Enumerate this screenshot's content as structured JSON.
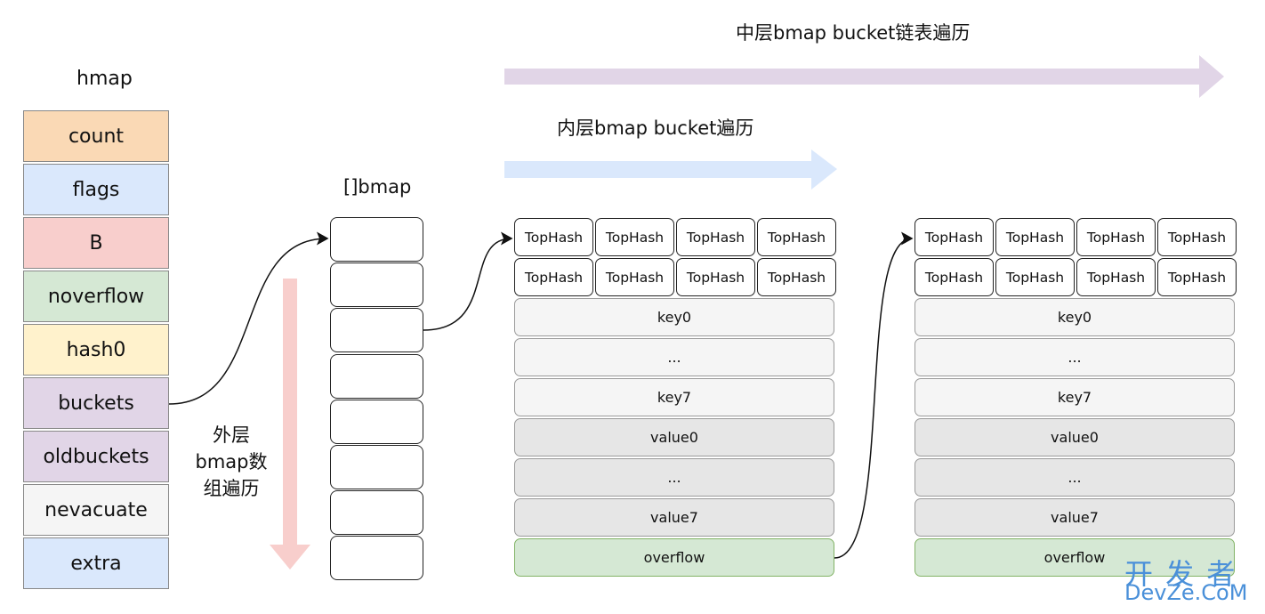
{
  "hmap": {
    "title": "hmap",
    "fields": [
      {
        "label": "count",
        "color": "#fad9b5"
      },
      {
        "label": "flags",
        "color": "#dae8fc"
      },
      {
        "label": "B",
        "color": "#f8cecc"
      },
      {
        "label": "noverflow",
        "color": "#d5e8d4"
      },
      {
        "label": "hash0",
        "color": "#fff2cc"
      },
      {
        "label": "buckets",
        "color": "#e1d5e7"
      },
      {
        "label": "oldbuckets",
        "color": "#e1d5e7"
      },
      {
        "label": "nevacuate",
        "color": "#f5f5f5"
      },
      {
        "label": "extra",
        "color": "#dae8fc"
      }
    ]
  },
  "array": {
    "title": "[]bmap"
  },
  "outer_loop_label": [
    "外层",
    "bmap数",
    "组遍历"
  ],
  "middle_loop_label": "中层bmap bucket链表遍历",
  "inner_loop_label": "内层bmap bucket遍历",
  "bucket": {
    "tophash": "TopHash",
    "rows": [
      {
        "label": "key0",
        "kind": "key"
      },
      {
        "label": "...",
        "kind": "key"
      },
      {
        "label": "key7",
        "kind": "key"
      },
      {
        "label": "value0",
        "kind": "val"
      },
      {
        "label": "...",
        "kind": "val"
      },
      {
        "label": "value7",
        "kind": "val"
      },
      {
        "label": "overflow",
        "kind": "ovf"
      }
    ]
  },
  "watermark": {
    "line1": "开 发 者",
    "line2": "DevZe.CoM"
  },
  "colors": {
    "outer_arrow": "#f8cecc",
    "middle_arrow": "#e1d5e7",
    "inner_arrow": "#dae8fc",
    "watermark": "#4a90d9"
  }
}
